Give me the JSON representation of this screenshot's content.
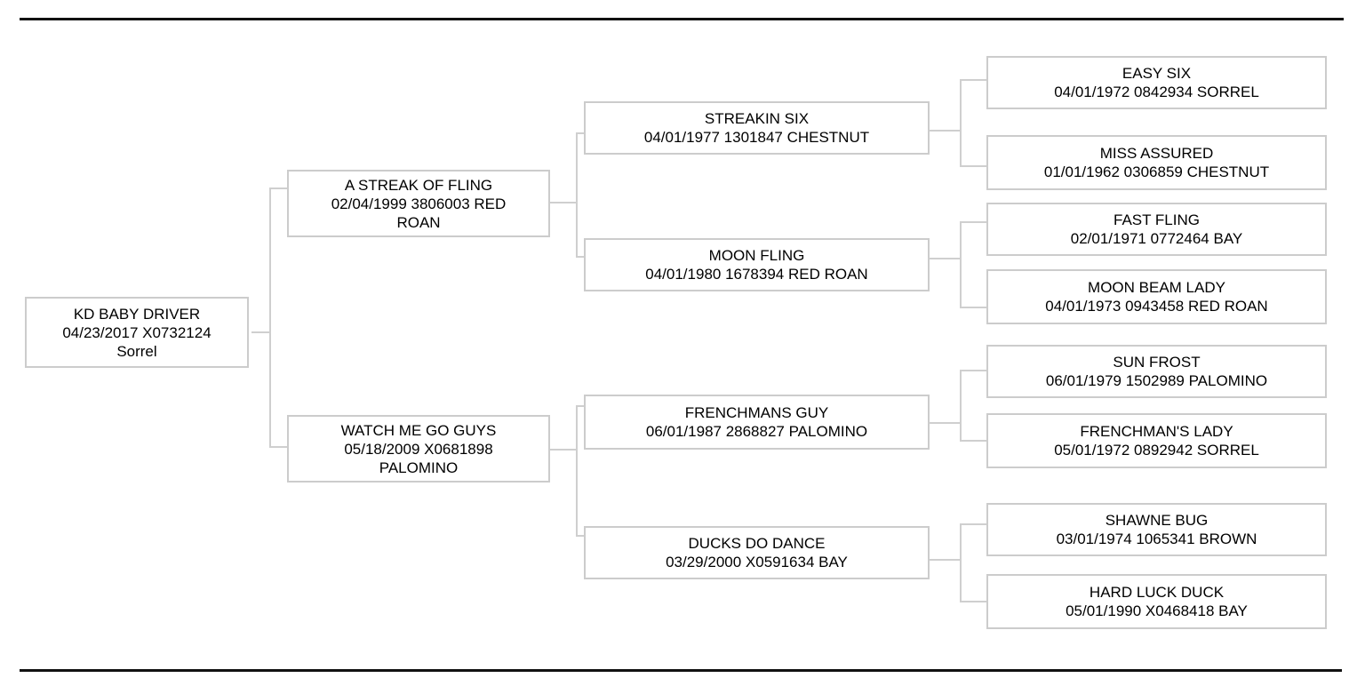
{
  "style": {
    "background": "#ffffff",
    "rule_color": "#111111",
    "box_border_color": "#cccccc",
    "connector_color": "#cfcfcf",
    "text_color": "#000000"
  },
  "pedigree": {
    "nodes": [
      {
        "id": "subject",
        "generation": 1,
        "relation": "subject",
        "name": "KD BABY DRIVER",
        "foal_date": "04/23/2017",
        "reg_number": "X0732124",
        "coat_color": "Sorrel",
        "lines": [
          "KD BABY DRIVER",
          "04/23/2017 X0732124",
          "Sorrel"
        ]
      },
      {
        "id": "sire",
        "generation": 2,
        "relation": "sire",
        "name": "A STREAK OF FLING",
        "foal_date": "02/04/1999",
        "reg_number": "3806003",
        "coat_color": "RED ROAN",
        "lines": [
          "A STREAK OF FLING",
          "02/04/1999 3806003 RED",
          "ROAN"
        ]
      },
      {
        "id": "dam",
        "generation": 2,
        "relation": "dam",
        "name": "WATCH ME GO GUYS",
        "foal_date": "05/18/2009",
        "reg_number": "X0681898",
        "coat_color": "PALOMINO",
        "lines": [
          "WATCH ME GO GUYS",
          "05/18/2009 X0681898",
          "PALOMINO"
        ]
      },
      {
        "id": "sire-sire",
        "generation": 3,
        "relation": "sire's sire",
        "name": "STREAKIN SIX",
        "foal_date": "04/01/1977",
        "reg_number": "1301847",
        "coat_color": "CHESTNUT",
        "lines": [
          "STREAKIN SIX",
          "04/01/1977 1301847 CHESTNUT"
        ]
      },
      {
        "id": "sire-dam",
        "generation": 3,
        "relation": "sire's dam",
        "name": "MOON FLING",
        "foal_date": "04/01/1980",
        "reg_number": "1678394",
        "coat_color": "RED ROAN",
        "lines": [
          "MOON FLING",
          "04/01/1980 1678394 RED ROAN"
        ]
      },
      {
        "id": "dam-sire",
        "generation": 3,
        "relation": "dam's sire",
        "name": "FRENCHMANS GUY",
        "foal_date": "06/01/1987",
        "reg_number": "2868827",
        "coat_color": "PALOMINO",
        "lines": [
          "FRENCHMANS GUY",
          "06/01/1987 2868827 PALOMINO"
        ]
      },
      {
        "id": "dam-dam",
        "generation": 3,
        "relation": "dam's dam",
        "name": "DUCKS DO DANCE",
        "foal_date": "03/29/2000",
        "reg_number": "X0591634",
        "coat_color": "BAY",
        "lines": [
          "DUCKS DO DANCE",
          "03/29/2000 X0591634 BAY"
        ]
      },
      {
        "id": "sire-sire-sire",
        "generation": 4,
        "relation": "sire's sire's sire",
        "name": "EASY SIX",
        "foal_date": "04/01/1972",
        "reg_number": "0842934",
        "coat_color": "SORREL",
        "lines": [
          "EASY SIX",
          "04/01/1972 0842934 SORREL"
        ]
      },
      {
        "id": "sire-sire-dam",
        "generation": 4,
        "relation": "sire's sire's dam",
        "name": "MISS ASSURED",
        "foal_date": "01/01/1962",
        "reg_number": "0306859",
        "coat_color": "CHESTNUT",
        "lines": [
          "MISS ASSURED",
          "01/01/1962 0306859 CHESTNUT"
        ]
      },
      {
        "id": "sire-dam-sire",
        "generation": 4,
        "relation": "sire's dam's sire",
        "name": "FAST FLING",
        "foal_date": "02/01/1971",
        "reg_number": "0772464",
        "coat_color": "BAY",
        "lines": [
          "FAST FLING",
          "02/01/1971 0772464 BAY"
        ]
      },
      {
        "id": "sire-dam-dam",
        "generation": 4,
        "relation": "sire's dam's dam",
        "name": "MOON BEAM LADY",
        "foal_date": "04/01/1973",
        "reg_number": "0943458",
        "coat_color": "RED ROAN",
        "lines": [
          "MOON BEAM LADY",
          "04/01/1973 0943458 RED ROAN"
        ]
      },
      {
        "id": "dam-sire-sire",
        "generation": 4,
        "relation": "dam's sire's sire",
        "name": "SUN FROST",
        "foal_date": "06/01/1979",
        "reg_number": "1502989",
        "coat_color": "PALOMINO",
        "lines": [
          "SUN FROST",
          "06/01/1979 1502989 PALOMINO"
        ]
      },
      {
        "id": "dam-sire-dam",
        "generation": 4,
        "relation": "dam's sire's dam",
        "name": "FRENCHMAN'S LADY",
        "foal_date": "05/01/1972",
        "reg_number": "0892942",
        "coat_color": "SORREL",
        "lines": [
          "FRENCHMAN'S LADY",
          "05/01/1972 0892942 SORREL"
        ]
      },
      {
        "id": "dam-dam-sire",
        "generation": 4,
        "relation": "dam's dam's sire",
        "name": "SHAWNE BUG",
        "foal_date": "03/01/1974",
        "reg_number": "1065341",
        "coat_color": "BROWN",
        "lines": [
          "SHAWNE BUG",
          "03/01/1974 1065341 BROWN"
        ]
      },
      {
        "id": "dam-dam-dam",
        "generation": 4,
        "relation": "dam's dam's dam",
        "name": "HARD LUCK DUCK",
        "foal_date": "05/01/1990",
        "reg_number": "X0468418",
        "coat_color": "BAY",
        "lines": [
          "HARD LUCK DUCK",
          "05/01/1990 X0468418 BAY"
        ]
      }
    ]
  }
}
